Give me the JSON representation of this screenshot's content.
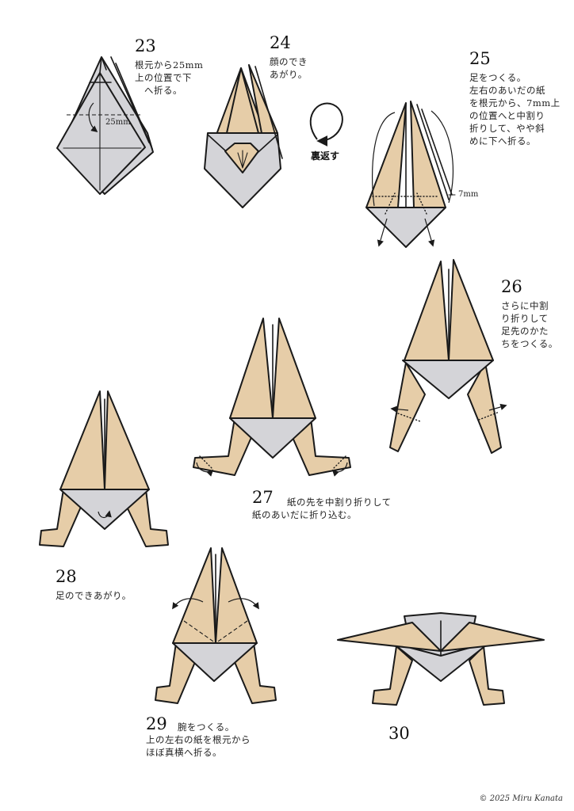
{
  "steps": [
    {
      "number": "23",
      "text": "根元から25mm\n上の位置で下\n　へ折る。",
      "measure": "25mm"
    },
    {
      "number": "24",
      "text": "顔のでき\nあがり。"
    },
    {
      "number": "25",
      "text": "足をつくる。\n左右のあいだの紙\nを根元から、7mm上\nの位置へと中割り\n折りして、やや斜\nめに下へ折る。",
      "measure": "7mm"
    },
    {
      "number": "26",
      "text": "さらに中割\nり折りして\n足先のかた\nちをつくる。"
    },
    {
      "number": "27",
      "text": "紙の先を中割り折りして\n紙のあいだに折り込む。"
    },
    {
      "number": "28",
      "text": "足のできあがり。"
    },
    {
      "number": "29",
      "text": "腕をつくる。\n上の左右の紙を根元から\nほぼ真横へ折る。"
    },
    {
      "number": "30",
      "text": ""
    }
  ],
  "flip_label": "裏返す",
  "credit": "© 2025 Miru Kanata",
  "colors": {
    "paper_front": "#e6cda8",
    "paper_back": "#d4d4d8",
    "outline": "#1a1a1a"
  }
}
